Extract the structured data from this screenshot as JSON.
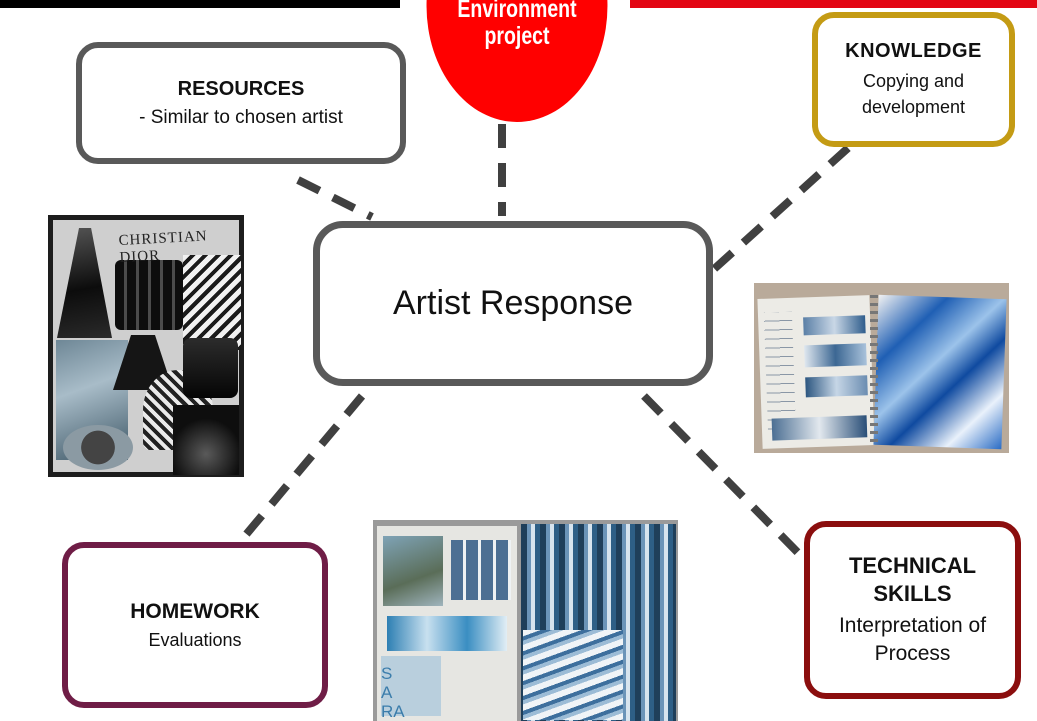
{
  "header": {
    "circle_line1": "Environment",
    "circle_line2": "project"
  },
  "center": {
    "title": "Artist Response"
  },
  "resources": {
    "title": "RESOURCES",
    "detail": "- Similar to chosen artist"
  },
  "knowledge": {
    "title": "KNOWLEDGE",
    "detail": "Copying and development"
  },
  "homework": {
    "title": "HOMEWORK",
    "detail": "Evaluations"
  },
  "technical": {
    "title": "TECHNICAL SKILLS",
    "detail": "Interpretation of Process"
  },
  "photos": {
    "dior_label": "CHRISTIAN DIOR",
    "collage_text": "S\nA\nRA"
  },
  "colors": {
    "header_red": "#ff0000",
    "resources_border": "#595959",
    "knowledge_border": "#c49b14",
    "homework_border": "#6f1d46",
    "technical_border": "#8b0e0e",
    "connector": "#404040"
  }
}
